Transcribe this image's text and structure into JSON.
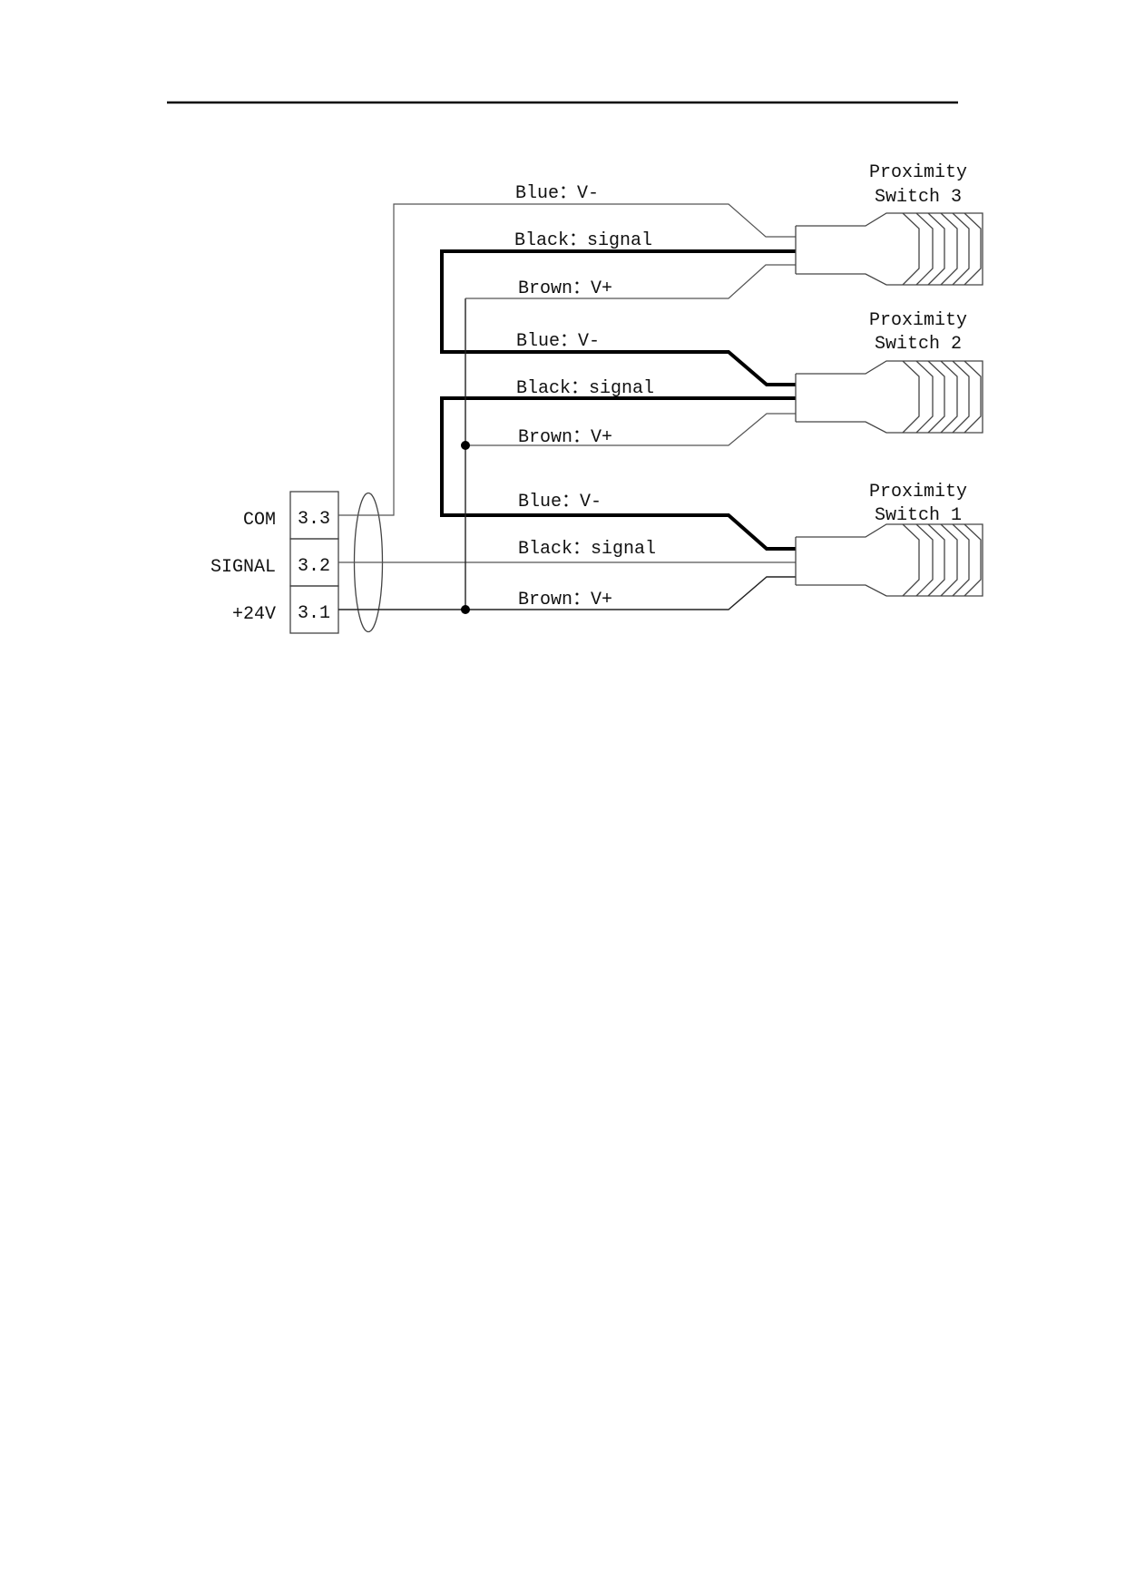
{
  "document": {
    "header_rule": true
  },
  "terminal_block": {
    "terminals": [
      {
        "id": "3.3",
        "label": "COM"
      },
      {
        "id": "3.2",
        "label": "SIGNAL"
      },
      {
        "id": "3.1",
        "label": "+24V"
      }
    ]
  },
  "switches": [
    {
      "name_line1": "Proximity",
      "name_line2": "Switch 3",
      "wires": {
        "blue": "Blue：V-",
        "black": "Black：signal",
        "brown": "Brown：V+"
      }
    },
    {
      "name_line1": "Proximity",
      "name_line2": "Switch 2",
      "wires": {
        "blue": "Blue：V-",
        "black": "Black：signal",
        "brown": "Brown：V+"
      }
    },
    {
      "name_line1": "Proximity",
      "name_line2": "Switch 1",
      "wires": {
        "blue": "Blue：V-",
        "black": "Black：signal",
        "brown": "Brown：V+"
      }
    }
  ]
}
